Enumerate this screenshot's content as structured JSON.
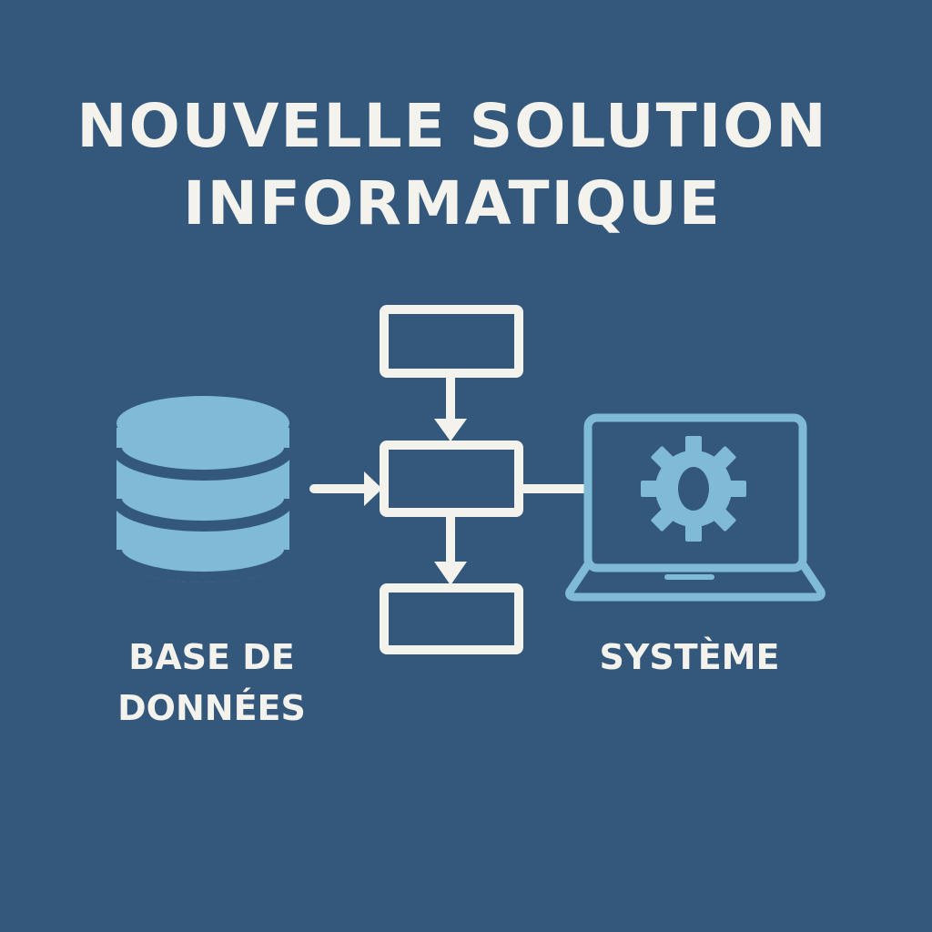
{
  "title": {
    "line1": "NOUVELLE SOLUTION",
    "line2": "INFORMATIQUE"
  },
  "labels": {
    "database_line1": "BASE DE",
    "database_line2": "DONNÉES",
    "system": "SYSTÈME"
  },
  "icons": {
    "database": "database-icon",
    "laptop": "laptop-icon",
    "gear": "gear-icon"
  },
  "colors": {
    "background": "#34587c",
    "accent": "#7fbad6",
    "stroke": "#f4f2ec"
  }
}
